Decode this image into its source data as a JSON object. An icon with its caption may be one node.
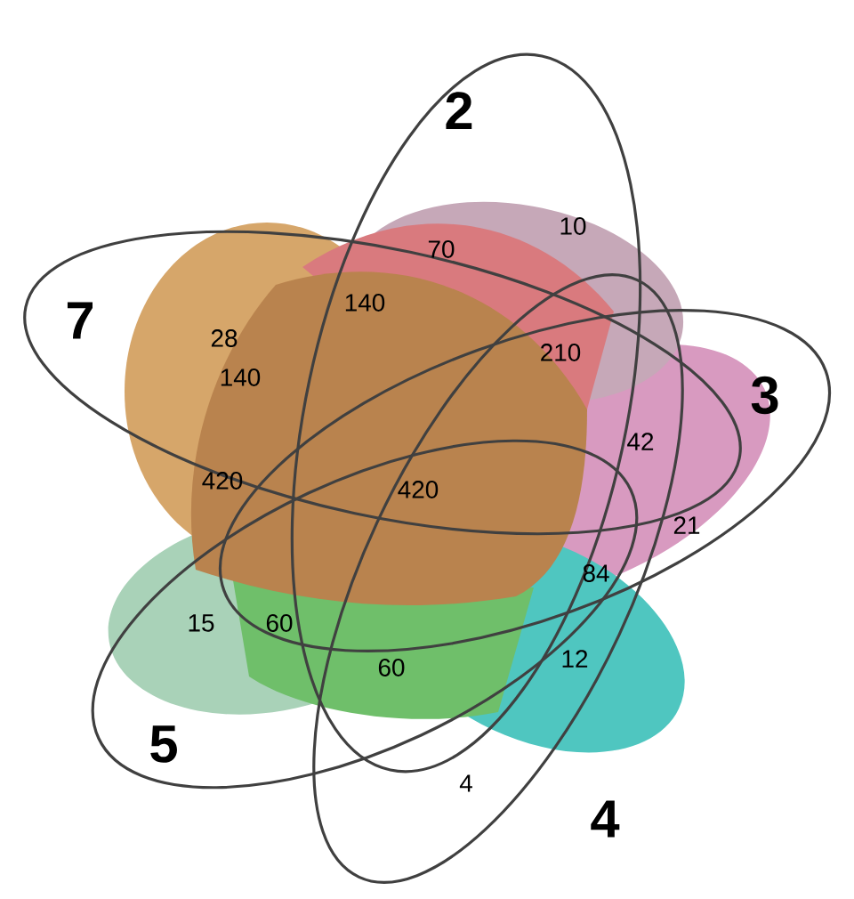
{
  "diagram": {
    "labels": [
      "2",
      "70",
      "10",
      "7",
      "28",
      "140",
      "210",
      "140",
      "3",
      "42",
      "420",
      "420",
      "21",
      "84",
      "15",
      "60",
      "60",
      "12",
      "5",
      "4",
      "4"
    ]
  }
}
